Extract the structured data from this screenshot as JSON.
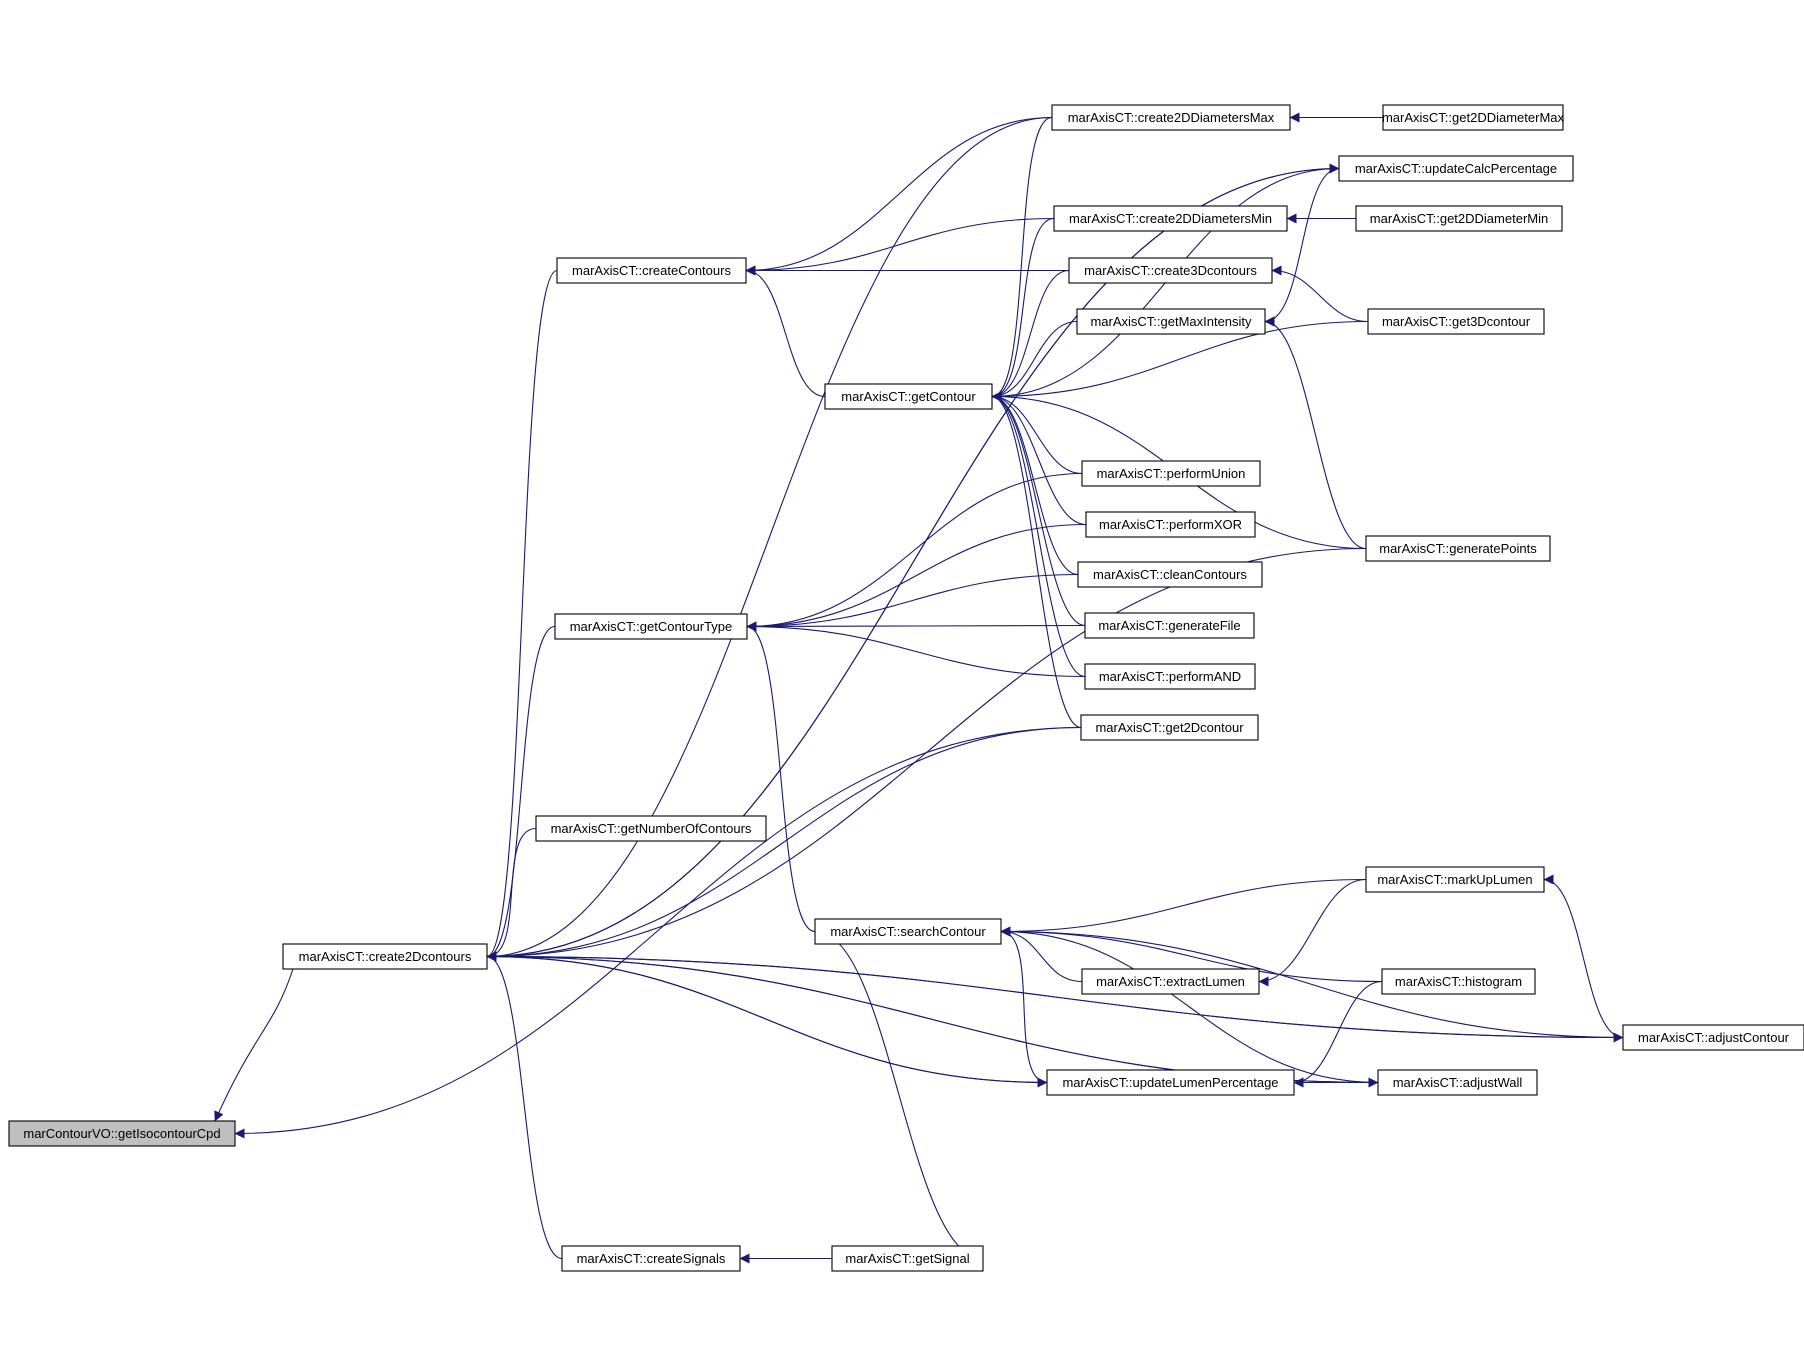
{
  "colors": {
    "edge": "#191970",
    "node_border": "#000000",
    "node_fill": "#ffffff",
    "root_fill": "#bfbfbf"
  },
  "nodes": [
    {
      "id": "root",
      "label": "marContourVO::getIsocontourCpd"
    },
    {
      "id": "create2Dcontours",
      "label": "marAxisCT::create2Dcontours"
    },
    {
      "id": "createContours",
      "label": "marAxisCT::createContours"
    },
    {
      "id": "getContourType",
      "label": "marAxisCT::getContourType"
    },
    {
      "id": "getNumberOfContours",
      "label": "marAxisCT::getNumberOfContours"
    },
    {
      "id": "createSignals",
      "label": "marAxisCT::createSignals"
    },
    {
      "id": "getSignal",
      "label": "marAxisCT::getSignal"
    },
    {
      "id": "getContour",
      "label": "marAxisCT::getContour"
    },
    {
      "id": "searchContour",
      "label": "marAxisCT::searchContour"
    },
    {
      "id": "create2DDiametersMax",
      "label": "marAxisCT::create2DDiametersMax"
    },
    {
      "id": "create2DDiametersMin",
      "label": "marAxisCT::create2DDiametersMin"
    },
    {
      "id": "create3Dcontours",
      "label": "marAxisCT::create3Dcontours"
    },
    {
      "id": "getMaxIntensity",
      "label": "marAxisCT::getMaxIntensity"
    },
    {
      "id": "performUnion",
      "label": "marAxisCT::performUnion"
    },
    {
      "id": "performXOR",
      "label": "marAxisCT::performXOR"
    },
    {
      "id": "cleanContours",
      "label": "marAxisCT::cleanContours"
    },
    {
      "id": "generateFile",
      "label": "marAxisCT::generateFile"
    },
    {
      "id": "performAND",
      "label": "marAxisCT::performAND"
    },
    {
      "id": "get2Dcontour",
      "label": "marAxisCT::get2Dcontour"
    },
    {
      "id": "extractLumen",
      "label": "marAxisCT::extractLumen"
    },
    {
      "id": "updateLumenPercentage",
      "label": "marAxisCT::updateLumenPercentage"
    },
    {
      "id": "get2DDiameterMax",
      "label": "marAxisCT::get2DDiameterMax"
    },
    {
      "id": "updateCalcPercentage",
      "label": "marAxisCT::updateCalcPercentage"
    },
    {
      "id": "get2DDiameterMin",
      "label": "marAxisCT::get2DDiameterMin"
    },
    {
      "id": "get3Dcontour",
      "label": "marAxisCT::get3Dcontour"
    },
    {
      "id": "generatePoints",
      "label": "marAxisCT::generatePoints"
    },
    {
      "id": "markUpLumen",
      "label": "marAxisCT::markUpLumen"
    },
    {
      "id": "histogram",
      "label": "marAxisCT::histogram"
    },
    {
      "id": "adjustWall",
      "label": "marAxisCT::adjustWall"
    },
    {
      "id": "adjustContour",
      "label": "marAxisCT::adjustContour"
    }
  ],
  "edges": [
    {
      "from": "create2Dcontours",
      "to": "root"
    },
    {
      "from": "get2Dcontour",
      "to": "root"
    },
    {
      "from": "createContours",
      "to": "create2Dcontours"
    },
    {
      "from": "getContourType",
      "to": "create2Dcontours"
    },
    {
      "from": "getNumberOfContours",
      "to": "create2Dcontours"
    },
    {
      "from": "createSignals",
      "to": "create2Dcontours"
    },
    {
      "from": "updateCalcPercentage",
      "to": "create2Dcontours"
    },
    {
      "from": "create2DDiametersMax",
      "to": "create2Dcontours"
    },
    {
      "from": "generatePoints",
      "to": "create2Dcontours"
    },
    {
      "from": "get2Dcontour",
      "to": "create2Dcontours"
    },
    {
      "from": "updateLumenPercentage",
      "to": "create2Dcontours"
    },
    {
      "from": "adjustWall",
      "to": "create2Dcontours"
    },
    {
      "from": "adjustContour",
      "to": "create2Dcontours"
    },
    {
      "from": "getSignal",
      "to": "createSignals"
    },
    {
      "from": "create2DDiametersMax",
      "to": "createContours"
    },
    {
      "from": "create2DDiametersMin",
      "to": "createContours"
    },
    {
      "from": "create3Dcontours",
      "to": "createContours"
    },
    {
      "from": "getContour",
      "to": "createContours"
    },
    {
      "from": "performUnion",
      "to": "getContourType"
    },
    {
      "from": "performXOR",
      "to": "getContourType"
    },
    {
      "from": "cleanContours",
      "to": "getContourType"
    },
    {
      "from": "generateFile",
      "to": "getContourType"
    },
    {
      "from": "performAND",
      "to": "getContourType"
    },
    {
      "from": "searchContour",
      "to": "getContourType"
    },
    {
      "from": "create2DDiametersMax",
      "to": "getContour"
    },
    {
      "from": "create2DDiametersMin",
      "to": "getContour"
    },
    {
      "from": "create3Dcontours",
      "to": "getContour"
    },
    {
      "from": "getMaxIntensity",
      "to": "getContour"
    },
    {
      "from": "updateCalcPercentage",
      "to": "getContour"
    },
    {
      "from": "get3Dcontour",
      "to": "getContour"
    },
    {
      "from": "generatePoints",
      "to": "getContour"
    },
    {
      "from": "performUnion",
      "to": "getContour"
    },
    {
      "from": "performXOR",
      "to": "getContour"
    },
    {
      "from": "cleanContours",
      "to": "getContour"
    },
    {
      "from": "generateFile",
      "to": "getContour"
    },
    {
      "from": "performAND",
      "to": "getContour"
    },
    {
      "from": "get2Dcontour",
      "to": "getContour"
    },
    {
      "from": "get2DDiameterMax",
      "to": "create2DDiametersMax"
    },
    {
      "from": "get2DDiameterMin",
      "to": "create2DDiametersMin"
    },
    {
      "from": "get3Dcontour",
      "to": "create3Dcontours"
    },
    {
      "from": "updateCalcPercentage",
      "to": "getMaxIntensity"
    },
    {
      "from": "generatePoints",
      "to": "getMaxIntensity"
    },
    {
      "from": "markUpLumen",
      "to": "searchContour"
    },
    {
      "from": "histogram",
      "to": "searchContour"
    },
    {
      "from": "extractLumen",
      "to": "searchContour"
    },
    {
      "from": "adjustWall",
      "to": "searchContour"
    },
    {
      "from": "updateLumenPercentage",
      "to": "searchContour"
    },
    {
      "from": "adjustContour",
      "to": "searchContour"
    },
    {
      "from": "getSignal",
      "to": "searchContour"
    },
    {
      "from": "markUpLumen",
      "to": "extractLumen"
    },
    {
      "from": "histogram",
      "to": "updateLumenPercentage"
    },
    {
      "from": "adjustWall",
      "to": "updateLumenPercentage"
    },
    {
      "from": "adjustContour",
      "to": "markUpLumen"
    },
    {
      "from": "create2Dcontours",
      "to": "updateCalcPercentage"
    },
    {
      "from": "create2Dcontours",
      "to": "updateLumenPercentage"
    },
    {
      "from": "create2Dcontours",
      "to": "adjustWall"
    },
    {
      "from": "create2Dcontours",
      "to": "adjustContour"
    }
  ]
}
